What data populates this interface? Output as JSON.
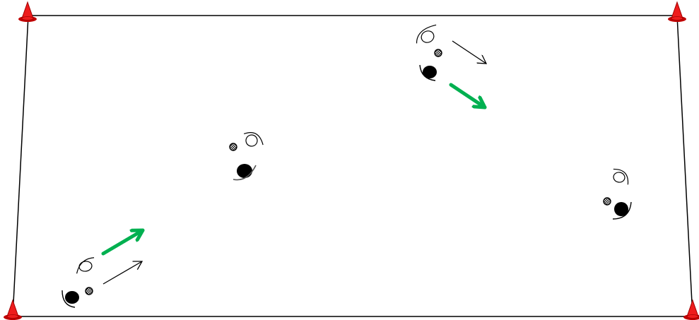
{
  "diagram": {
    "kind": "soccer drill field layout",
    "field": {
      "line_color": "#000000",
      "background": "#ffffff"
    },
    "cones": {
      "count": 4,
      "color": "#ee1c1c",
      "base_color": "#c00000"
    },
    "players": {
      "attacker": {
        "icon": "player-icon",
        "style": "open-outline",
        "count": 4
      },
      "defender": {
        "icon": "player-icon",
        "style": "filled-black",
        "count": 4
      }
    },
    "balls": {
      "icon": "ball-icon",
      "style": "checkered",
      "count": 4
    },
    "arrows": {
      "movement": {
        "color": "#00b050",
        "style": "thick",
        "count": 2
      },
      "ball_path": {
        "color": "#000000",
        "style": "thin",
        "count": 2
      }
    }
  }
}
